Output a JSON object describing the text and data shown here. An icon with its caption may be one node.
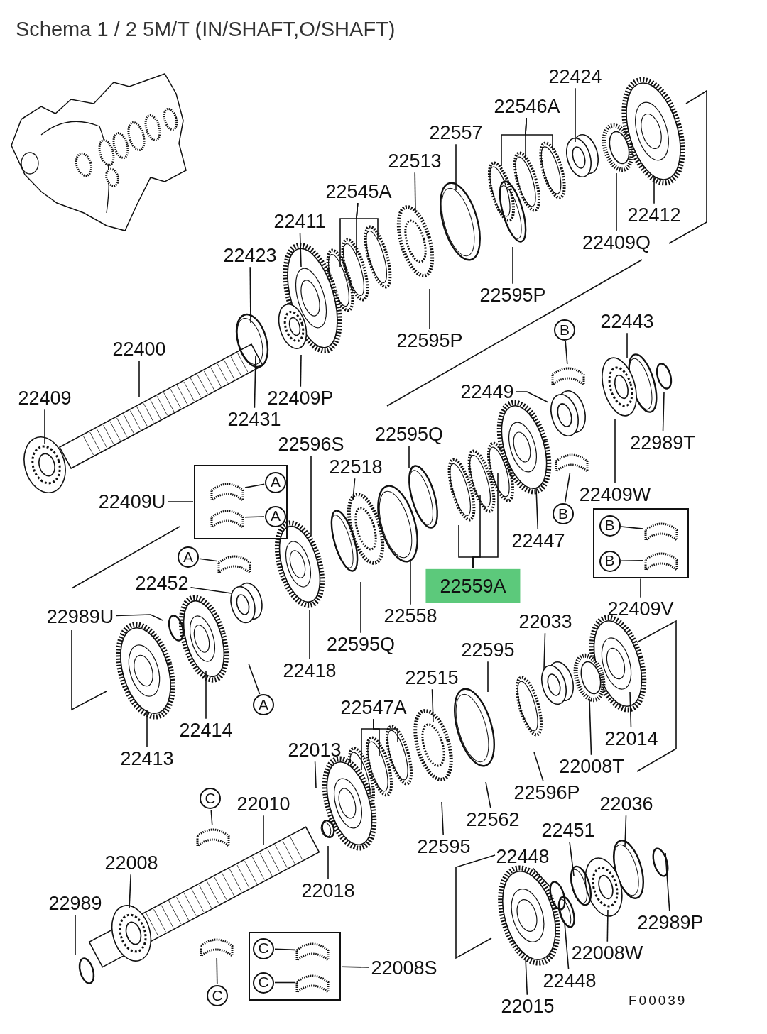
{
  "diagram": {
    "title": "Schema 1 / 2 5M/T (IN/SHAFT,O/SHAFT)",
    "nodes": [
      {
        "text": [
          "22424"
        ]
      },
      {
        "text": [
          "22546A"
        ]
      },
      {
        "text": [
          "22557"
        ]
      },
      {
        "text": [
          "22513"
        ]
      },
      {
        "text": [
          "22545A"
        ]
      },
      {
        "text": [
          "22411"
        ]
      },
      {
        "text": [
          "22423"
        ]
      },
      {
        "text": [
          "22400"
        ]
      },
      {
        "text": [
          "22409"
        ]
      },
      {
        "text": [
          "22431"
        ]
      },
      {
        "text": [
          "22409P"
        ]
      },
      {
        "text": [
          "22412"
        ]
      },
      {
        "text": [
          "22409Q"
        ]
      },
      {
        "text": [
          "22595P"
        ]
      },
      {
        "text": [
          "22595P"
        ]
      },
      {
        "text": [
          "22443"
        ]
      },
      {
        "text": [
          "B"
        ]
      },
      {
        "text": [
          "22449"
        ]
      },
      {
        "text": [
          "22989T"
        ]
      },
      {
        "text": [
          "22596S"
        ]
      },
      {
        "text": [
          "22595Q"
        ]
      },
      {
        "text": [
          "22518"
        ]
      },
      {
        "text": [
          "22409U"
        ]
      },
      {
        "text": [],
        "shape": "box"
      },
      {
        "text": [
          "A"
        ],
        "in": 23
      },
      {
        "text": [
          "A"
        ],
        "in": 23
      },
      {
        "text": [
          "A"
        ]
      },
      {
        "text": [
          "22409W"
        ]
      },
      {
        "text": [
          "B"
        ]
      },
      {
        "text": [
          "22447"
        ]
      },
      {
        "text": [
          "22559A"
        ]
      },
      {
        "text": [],
        "shape": "box"
      },
      {
        "text": [
          "B"
        ],
        "in": 31
      },
      {
        "text": [
          "B"
        ],
        "in": 31
      },
      {
        "text": [
          "22409V"
        ]
      },
      {
        "text": [
          "22452"
        ]
      },
      {
        "text": [
          "22989U"
        ]
      },
      {
        "text": [
          "22413"
        ]
      },
      {
        "text": [
          "22414"
        ]
      },
      {
        "text": [
          "22418"
        ]
      },
      {
        "text": [
          "A"
        ]
      },
      {
        "text": [
          "22595Q"
        ]
      },
      {
        "text": [
          "22558"
        ]
      },
      {
        "text": [
          "22033"
        ]
      },
      {
        "text": [
          "22595"
        ]
      },
      {
        "text": [
          "22515"
        ]
      },
      {
        "text": [
          "22547A"
        ]
      },
      {
        "text": [
          "22014"
        ]
      },
      {
        "text": [
          "22008T"
        ]
      },
      {
        "text": [
          "22013"
        ]
      },
      {
        "text": [
          "C"
        ]
      },
      {
        "text": [
          "22010"
        ]
      },
      {
        "text": [
          "22596P"
        ]
      },
      {
        "text": [
          "22562"
        ]
      },
      {
        "text": [
          "22036"
        ]
      },
      {
        "text": [
          "22451"
        ]
      },
      {
        "text": [
          "22595"
        ]
      },
      {
        "text": [
          "22008"
        ]
      },
      {
        "text": [
          "22448"
        ]
      },
      {
        "text": [
          "22018"
        ]
      },
      {
        "text": [
          "22989"
        ]
      },
      {
        "text": [
          "22989P"
        ]
      },
      {
        "text": [],
        "shape": "box"
      },
      {
        "text": [
          "C"
        ],
        "in": 62
      },
      {
        "text": [
          "C"
        ],
        "in": 62
      },
      {
        "text": [
          "22008S"
        ]
      },
      {
        "text": [
          "C"
        ]
      },
      {
        "text": [
          "22008W"
        ]
      },
      {
        "text": [
          "22448"
        ]
      },
      {
        "text": [
          "22015"
        ]
      },
      {
        "text": [],
        "shape": "picture",
        "in": 23
      },
      {
        "text": [],
        "shape": "picture",
        "in": 23
      },
      {
        "text": [],
        "shape": "picture"
      },
      {
        "text": [],
        "shape": "picture"
      },
      {
        "text": [],
        "shape": "picture"
      },
      {
        "text": [],
        "shape": "picture",
        "in": 31
      },
      {
        "text": [],
        "shape": "picture",
        "in": 31
      },
      {
        "text": [],
        "shape": "picture"
      },
      {
        "text": [],
        "shape": "picture",
        "in": 62
      },
      {
        "text": [],
        "shape": "picture",
        "in": 62
      },
      {
        "text": [],
        "shape": "picture"
      }
    ],
    "edges": [
      {
        "from": 0,
        "to": null,
        "arrow": "none"
      },
      {
        "from": 1,
        "to": null,
        "arrow": "none"
      },
      {
        "from": 1,
        "to": null,
        "arrow": "none"
      },
      {
        "from": 1,
        "to": null,
        "arrow": "none"
      },
      {
        "from": 2,
        "to": null,
        "arrow": "none"
      },
      {
        "from": 3,
        "to": null,
        "arrow": "none"
      },
      {
        "from": 4,
        "to": null,
        "arrow": "none"
      },
      {
        "from": 4,
        "to": null,
        "arrow": "none"
      },
      {
        "from": 4,
        "to": null,
        "arrow": "none"
      },
      {
        "from": 5,
        "to": null,
        "arrow": "none"
      },
      {
        "from": 6,
        "to": null,
        "arrow": "none"
      },
      {
        "from": 7,
        "to": null,
        "arrow": "none"
      },
      {
        "from": 8,
        "to": null,
        "arrow": "none"
      },
      {
        "from": 9,
        "to": null,
        "arrow": "none"
      },
      {
        "from": 10,
        "to": null,
        "arrow": "none"
      },
      {
        "from": 11,
        "to": null,
        "arrow": "none"
      },
      {
        "from": 12,
        "to": null,
        "arrow": "none"
      },
      {
        "from": 13,
        "to": null,
        "arrow": "none"
      },
      {
        "from": 14,
        "to": null,
        "arrow": "none"
      },
      {
        "from": 15,
        "to": null,
        "arrow": "none"
      },
      {
        "from": 16,
        "to": 73,
        "arrow": "none"
      },
      {
        "from": 17,
        "to": null,
        "arrow": "none"
      },
      {
        "from": 18,
        "to": null,
        "arrow": "none"
      },
      {
        "from": 19,
        "to": null,
        "arrow": "none"
      },
      {
        "from": 20,
        "to": null,
        "arrow": "none"
      },
      {
        "from": 21,
        "to": null,
        "arrow": "none"
      },
      {
        "from": 22,
        "to": 23,
        "arrow": "none"
      },
      {
        "from": 24,
        "to": 70,
        "arrow": "none"
      },
      {
        "from": 25,
        "to": 71,
        "arrow": "none"
      },
      {
        "from": 26,
        "to": 72,
        "arrow": "none"
      },
      {
        "from": 27,
        "to": null,
        "arrow": "none"
      },
      {
        "from": 28,
        "to": 74,
        "arrow": "none"
      },
      {
        "from": 29,
        "to": null,
        "arrow": "none"
      },
      {
        "from": 30,
        "to": null,
        "arrow": "none"
      },
      {
        "from": 30,
        "to": null,
        "arrow": "none"
      },
      {
        "from": 30,
        "to": null,
        "arrow": "none"
      },
      {
        "from": 32,
        "to": 75,
        "arrow": "none"
      },
      {
        "from": 33,
        "to": 76,
        "arrow": "none"
      },
      {
        "from": 34,
        "to": 31,
        "arrow": "none"
      },
      {
        "from": 35,
        "to": null,
        "arrow": "none"
      },
      {
        "from": 36,
        "to": null,
        "arrow": "none"
      },
      {
        "from": 37,
        "to": null,
        "arrow": "none"
      },
      {
        "from": 38,
        "to": null,
        "arrow": "none"
      },
      {
        "from": 39,
        "to": null,
        "arrow": "none"
      },
      {
        "from": 40,
        "to": null,
        "arrow": "none"
      },
      {
        "from": 41,
        "to": null,
        "arrow": "none"
      },
      {
        "from": 42,
        "to": null,
        "arrow": "none"
      },
      {
        "from": 43,
        "to": null,
        "arrow": "none"
      },
      {
        "from": 44,
        "to": null,
        "arrow": "none"
      },
      {
        "from": 45,
        "to": null,
        "arrow": "none"
      },
      {
        "from": 46,
        "to": null,
        "arrow": "none"
      },
      {
        "from": 46,
        "to": null,
        "arrow": "none"
      },
      {
        "from": 46,
        "to": null,
        "arrow": "none"
      },
      {
        "from": 47,
        "to": null,
        "arrow": "none"
      },
      {
        "from": 48,
        "to": null,
        "arrow": "none"
      },
      {
        "from": 49,
        "to": null,
        "arrow": "none"
      },
      {
        "from": 50,
        "to": 77,
        "arrow": "none"
      },
      {
        "from": 51,
        "to": null,
        "arrow": "none"
      },
      {
        "from": 52,
        "to": null,
        "arrow": "none"
      },
      {
        "from": 53,
        "to": null,
        "arrow": "none"
      },
      {
        "from": 54,
        "to": null,
        "arrow": "none"
      },
      {
        "from": 55,
        "to": null,
        "arrow": "none"
      },
      {
        "from": 56,
        "to": null,
        "arrow": "none"
      },
      {
        "from": 57,
        "to": null,
        "arrow": "none"
      },
      {
        "from": 58,
        "to": null,
        "arrow": "none"
      },
      {
        "from": 59,
        "to": null,
        "arrow": "none"
      },
      {
        "from": 60,
        "to": null,
        "arrow": "none"
      },
      {
        "from": 61,
        "to": null,
        "arrow": "none"
      },
      {
        "from": 63,
        "to": 78,
        "arrow": "none"
      },
      {
        "from": 64,
        "to": 79,
        "arrow": "none"
      },
      {
        "from": 65,
        "to": 62,
        "arrow": "none"
      },
      {
        "from": 66,
        "to": 80,
        "arrow": "none"
      },
      {
        "from": 67,
        "to": null,
        "arrow": "none"
      },
      {
        "from": 68,
        "to": null,
        "arrow": "none"
      },
      {
        "from": 69,
        "to": null,
        "arrow": "none"
      }
    ],
    "labels": [
      "F00039"
    ]
  }
}
